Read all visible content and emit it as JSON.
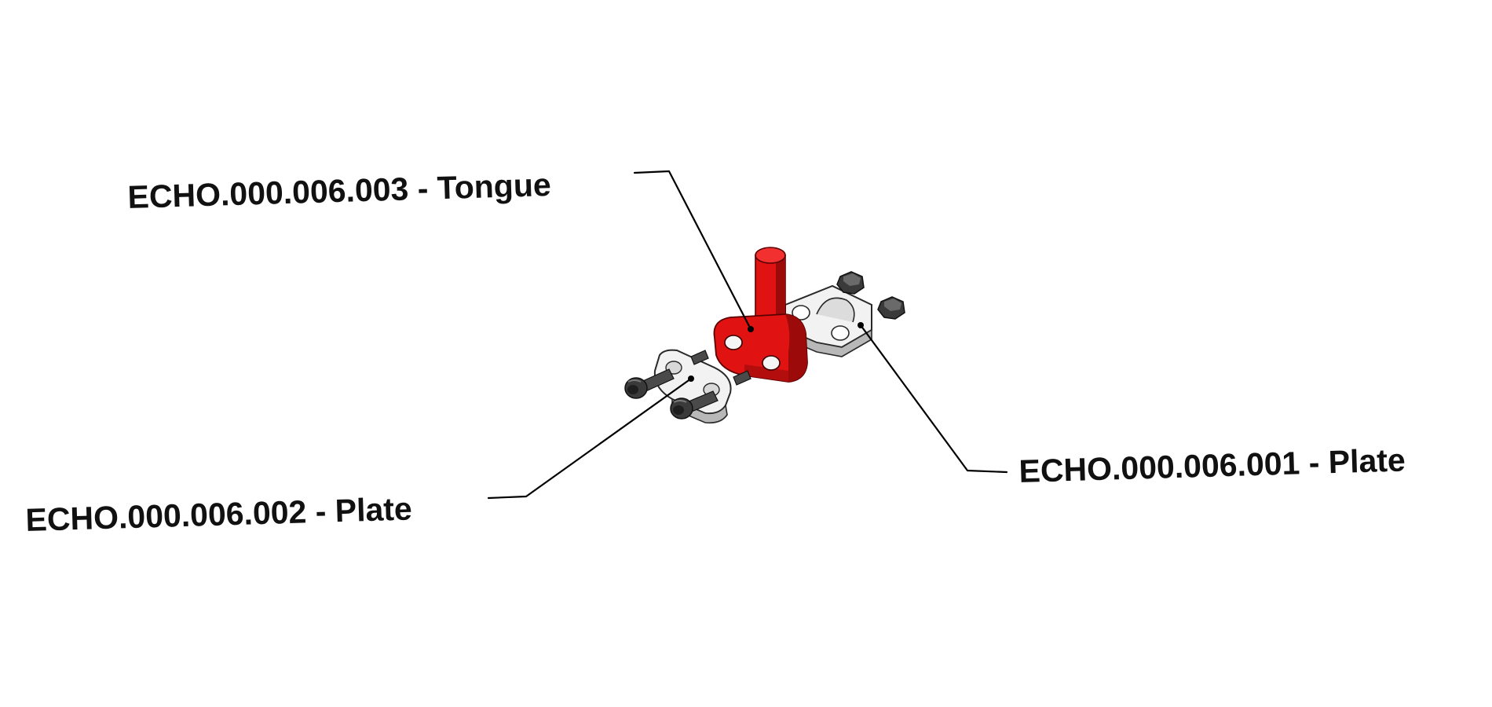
{
  "callouts": {
    "tongue": {
      "label": "ECHO.000.006.003 - Tongue"
    },
    "plate_left": {
      "label": "ECHO.000.006.002 - Plate"
    },
    "plate_right": {
      "label": "ECHO.000.006.001 - Plate"
    }
  },
  "colors": {
    "tongue": "#e11212",
    "tongue_shadow": "#9c0a0a",
    "plate": "#f2f2f2",
    "plate_shadow": "#b8b8b8",
    "hardware": "#3a3a3a",
    "hardware_highlight": "#6a6a6a",
    "leader": "#000000",
    "text": "#111111"
  }
}
